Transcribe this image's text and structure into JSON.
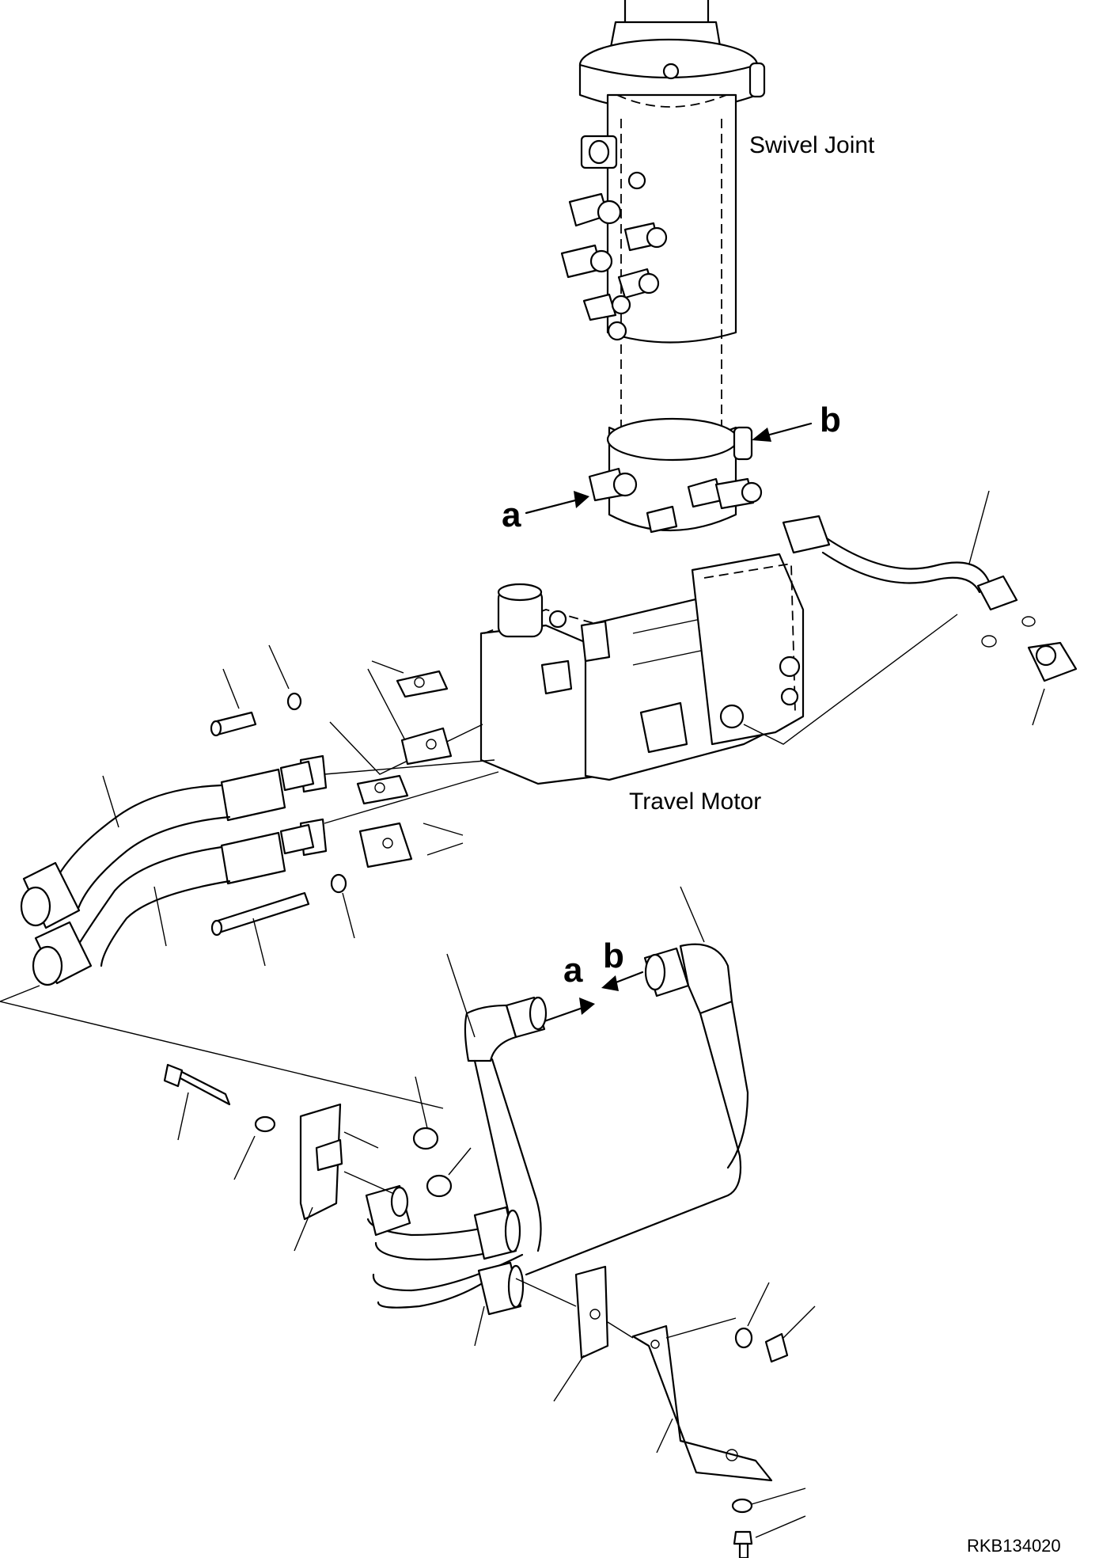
{
  "diagram": {
    "labels": {
      "swivel_joint": "Swivel Joint",
      "travel_motor": "Travel Motor",
      "port_a_top": "a",
      "port_b_top": "b",
      "port_a_bottom": "a",
      "port_b_bottom": "b",
      "drawing_id": "RKB134020"
    }
  }
}
